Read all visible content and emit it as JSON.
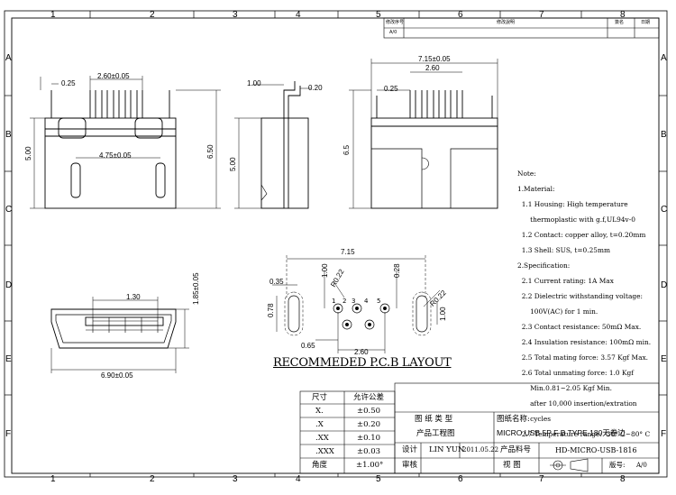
{
  "border": {
    "columns": [
      "1",
      "2",
      "3",
      "4",
      "5",
      "6",
      "7",
      "8"
    ],
    "rows": [
      "A",
      "B",
      "C",
      "D",
      "E",
      "F"
    ]
  },
  "revision_table": {
    "headers": [
      "修改序号",
      "修改說明",
      "簽名",
      "日期"
    ],
    "row": [
      "A/0",
      "",
      "",
      ""
    ]
  },
  "top_view": {
    "pitch": "2.60±0.05",
    "edge": "0.25",
    "width": "5.00",
    "pad_pitch": "4.75±0.05",
    "height": "6.50"
  },
  "side_view": {
    "top": "1.00",
    "gap": "0.20",
    "height": "5.00"
  },
  "back_view": {
    "width": "7.15±0.05",
    "pitch": "2.60",
    "edge": "0.25",
    "height": "6.5"
  },
  "front_view": {
    "opening": "1.30",
    "height": "1.85±0.05",
    "width": "6.90±0.05"
  },
  "pcb_layout": {
    "title": "RECOMMEDED P.C.B LAYOUT",
    "width": "7.15",
    "dims": [
      "0.35",
      "1.00",
      "R0.22",
      "0.28",
      "R0.22",
      "0.78",
      "1.00",
      "0.65",
      "2.60"
    ],
    "pins": [
      "1",
      "2",
      "3",
      "4",
      "5"
    ]
  },
  "notes": {
    "lines": [
      "Note:",
      "1.Material:",
      "  1.1 Housing: High temperature",
      "      thermoplastic with g.f,UL94v-0",
      "  1.2 Contact: copper alloy, t=0.20mm",
      "  1.3 Shell: SUS, t=0.25mm",
      "2.Specification:",
      "  2.1 Current rating: 1A Max",
      "  2.2 Dielectric withstanding voltage:",
      "      100V(AC) for 1 min.",
      "  2.3 Contact resistance: 50mΩ Max.",
      "  2.4 Insulation resistance: 100mΩ min.",
      "  2.5 Total mating force: 3.57 Kgf Max.",
      "  2.6 Total unmating force: 1.0 Kgf",
      "      Min.0.81~2.05 Kgf Min.",
      "      after 10,000 insertion/extration",
      "      cycles",
      "  2.7 Temperature range: -30° C~80° C"
    ]
  },
  "tolerance_table": {
    "headers": [
      "尺寸",
      "允许公差"
    ],
    "rows": [
      [
        "X.",
        "±0.50"
      ],
      [
        ".X",
        "±0.20"
      ],
      [
        ".XX",
        "±0.10"
      ],
      [
        ".XXX",
        "±0.03"
      ],
      [
        "角度",
        "±1.00°"
      ]
    ]
  },
  "title_block": {
    "drawing_type_label": "图 纸 类 型",
    "drawing_type": "产品工程图",
    "name_label": "图纸名称:",
    "name": "MICRO USB 5P F B TYPE 180无卷边",
    "design_label": "设计",
    "designer": "LIN YUN",
    "date": "2011.05.22",
    "part_no_label": "产品料号",
    "part_no": "HD-MICRO-USB-1816",
    "review_label": "审核",
    "view_label": "视 图",
    "version_label": "版号:",
    "version": "A/0"
  }
}
